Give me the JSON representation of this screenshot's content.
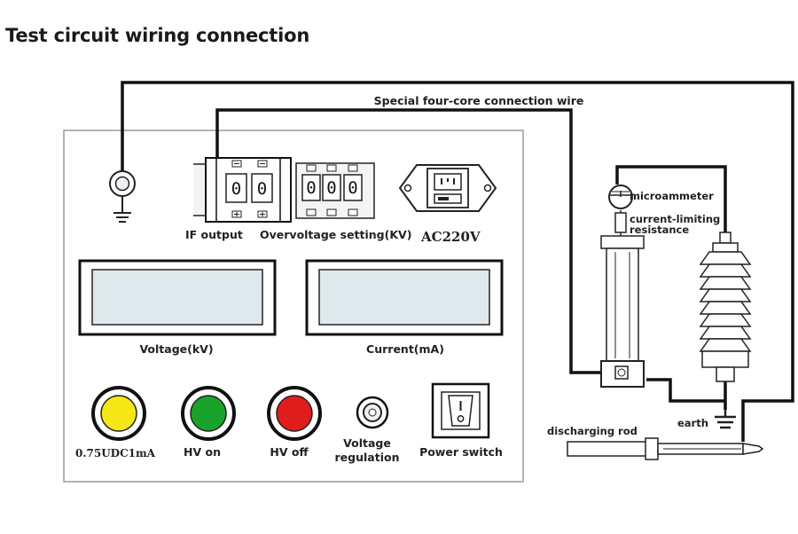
{
  "title": "Test circuit wiring connection",
  "labels": {
    "special_wire": "Special four-core connection wire",
    "if_output": "IF output",
    "overvoltage_setting": "Overvoltage setting(KV)",
    "ac220v": "AC220V",
    "voltage_kv": "Voltage(kV)",
    "current_ma": "Current(mA)",
    "udc": "0.75UDC1mA",
    "hv_on": "HV on",
    "hv_off": "HV off",
    "voltage_regulation_line1": "Voltage",
    "voltage_regulation_line2": "regulation",
    "power_switch": "Power switch",
    "microammeter": "microammeter",
    "current_limiting_line1": "current-limiting",
    "current_limiting_line2": "resistance",
    "earth": "earth",
    "discharging_rod": "discharging rod"
  },
  "if_output_digits": [
    "0",
    "0"
  ],
  "overvoltage_digits": [
    "0",
    "0",
    "0"
  ],
  "colors": {
    "yellow_button": "#f5e615",
    "green_button": "#1aa32a",
    "red_button": "#e11c1c",
    "lcd": "#dfe9ee",
    "panel_border": "#9a9a9a",
    "wire": "#111111"
  },
  "icons": [
    "ground-icon",
    "ac-socket-icon",
    "rocker-switch-icon",
    "microammeter-icon"
  ]
}
